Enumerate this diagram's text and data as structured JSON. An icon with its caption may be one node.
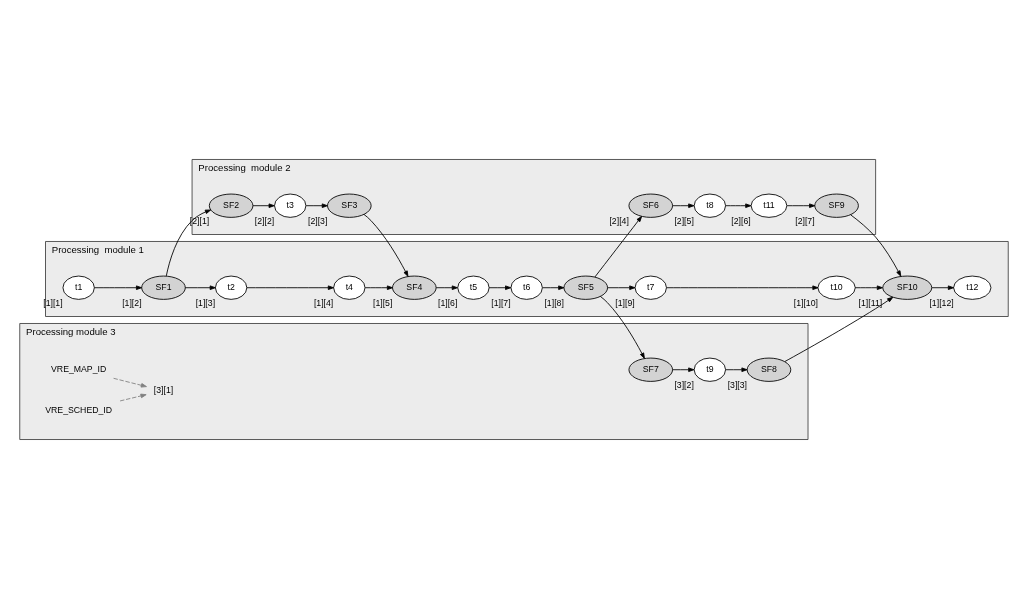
{
  "diagram": {
    "nodes": [
      {
        "text": [
          "Processing  module 1"
        ]
      },
      {
        "text": [
          "t1"
        ],
        "in": 0,
        "beside": [
          "[1][1]"
        ]
      },
      {
        "text": [
          "SF1"
        ],
        "in": 0,
        "beside": [
          "[1][2]"
        ]
      },
      {
        "text": [
          "t2"
        ],
        "in": 0,
        "beside": [
          "[1][3]"
        ]
      },
      {
        "text": [
          "t4"
        ],
        "in": 0,
        "beside": [
          "[1][4]"
        ]
      },
      {
        "text": [
          "SF4"
        ],
        "in": 0,
        "beside": [
          "[1][5]"
        ]
      },
      {
        "text": [
          "t5"
        ],
        "in": 0,
        "beside": [
          "[1][6]"
        ]
      },
      {
        "text": [
          "t6"
        ],
        "in": 0,
        "beside": [
          "[1][7]"
        ]
      },
      {
        "text": [
          "SF5"
        ],
        "in": 0,
        "beside": [
          "[1][8]"
        ]
      },
      {
        "text": [
          "t7"
        ],
        "in": 0,
        "beside": [
          "[1][9]"
        ]
      },
      {
        "text": [
          "t10"
        ],
        "in": 0,
        "beside": [
          "[1][10]"
        ]
      },
      {
        "text": [
          "SF10"
        ],
        "in": 0,
        "beside": [
          "[1][11]"
        ]
      },
      {
        "text": [
          "t12"
        ],
        "in": 0,
        "beside": [
          "[1][12]"
        ]
      },
      {
        "text": [
          "Processing  module 2"
        ]
      },
      {
        "text": [
          "SF2"
        ],
        "in": 13,
        "beside": [
          "[2][1]"
        ]
      },
      {
        "text": [
          "t3"
        ],
        "in": 13,
        "beside": [
          "[2][2]"
        ]
      },
      {
        "text": [
          "SF3"
        ],
        "in": 13,
        "beside": [
          "[2][3]"
        ]
      },
      {
        "text": [
          "SF6"
        ],
        "in": 13,
        "beside": [
          "[2][4]"
        ]
      },
      {
        "text": [
          "t8"
        ],
        "in": 13,
        "beside": [
          "[2][5]"
        ]
      },
      {
        "text": [
          "t11"
        ],
        "in": 13,
        "beside": [
          "[2][6]"
        ]
      },
      {
        "text": [
          "SF9"
        ],
        "in": 13,
        "beside": [
          "[2][7]"
        ]
      },
      {
        "text": [
          "Processing module 3"
        ]
      },
      {
        "text": [
          "SF7"
        ],
        "in": 21
      },
      {
        "text": [
          "t9"
        ],
        "in": 21,
        "beside": [
          "[3][2]"
        ]
      },
      {
        "text": [
          "SF8"
        ],
        "in": 21,
        "beside": [
          "[3][3]"
        ]
      },
      {
        "text": [
          "[3][1]"
        ],
        "in": 21
      },
      {
        "text": [
          "VRE_MAP_ID"
        ],
        "in": 21
      },
      {
        "text": [
          "VRE_SCHED_ID"
        ],
        "in": 21
      }
    ],
    "edges": [
      {
        "from": 1,
        "to": 2,
        "arrow": "to"
      },
      {
        "from": 2,
        "to": 3,
        "arrow": "to"
      },
      {
        "from": 3,
        "to": 4,
        "arrow": "to"
      },
      {
        "from": 4,
        "to": 5,
        "arrow": "to"
      },
      {
        "from": 5,
        "to": 6,
        "arrow": "to"
      },
      {
        "from": 6,
        "to": 7,
        "arrow": "to"
      },
      {
        "from": 7,
        "to": 8,
        "arrow": "to"
      },
      {
        "from": 8,
        "to": 9,
        "arrow": "to"
      },
      {
        "from": 9,
        "to": 10,
        "arrow": "to"
      },
      {
        "from": 10,
        "to": 11,
        "arrow": "to"
      },
      {
        "from": 11,
        "to": 12,
        "arrow": "to"
      },
      {
        "from": 2,
        "to": 14,
        "arrow": "to"
      },
      {
        "from": 14,
        "to": 15,
        "arrow": "to"
      },
      {
        "from": 15,
        "to": 16,
        "arrow": "to"
      },
      {
        "from": 16,
        "to": 5,
        "arrow": "to"
      },
      {
        "from": 8,
        "to": 17,
        "arrow": "to"
      },
      {
        "from": 17,
        "to": 18,
        "arrow": "to"
      },
      {
        "from": 18,
        "to": 19,
        "arrow": "to"
      },
      {
        "from": 19,
        "to": 20,
        "arrow": "to"
      },
      {
        "from": 20,
        "to": 11,
        "arrow": "to"
      },
      {
        "from": 8,
        "to": 22,
        "arrow": "to"
      },
      {
        "from": 22,
        "to": 23,
        "arrow": "to"
      },
      {
        "from": 23,
        "to": 24,
        "arrow": "to"
      },
      {
        "from": 24,
        "to": 11,
        "arrow": "to"
      },
      {
        "from": 26,
        "to": 25,
        "arrow": "to",
        "style": "dashed",
        "color": "#808080"
      },
      {
        "from": 27,
        "to": 25,
        "arrow": "to",
        "style": "dashed",
        "color": "#808080"
      }
    ]
  }
}
